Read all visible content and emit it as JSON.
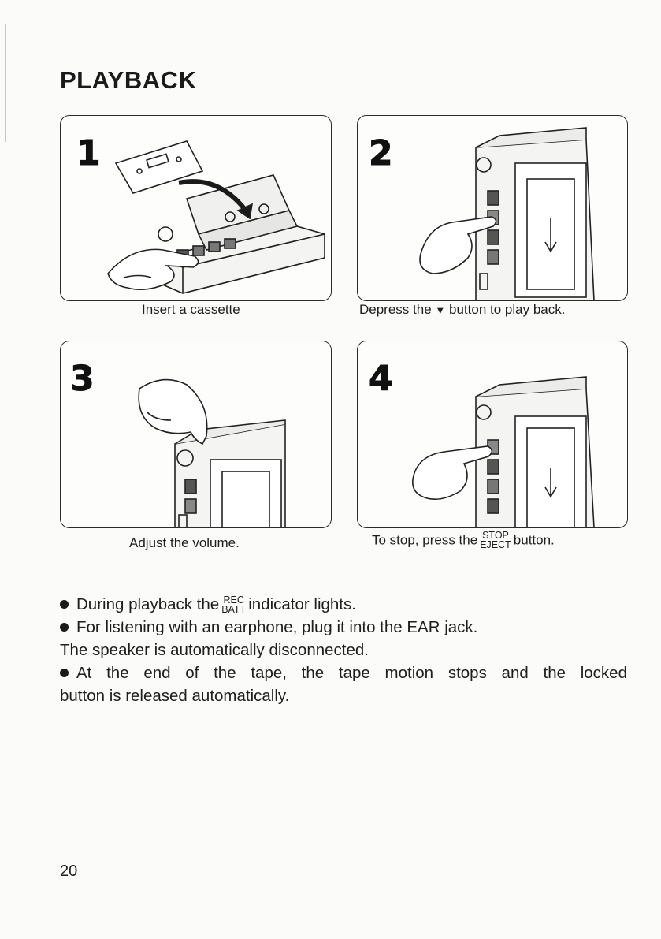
{
  "page": {
    "title": "PLAYBACK",
    "page_number": "20"
  },
  "panels": [
    {
      "step": "1",
      "caption": "Insert a cassette"
    },
    {
      "step": "2",
      "caption_before": "Depress the",
      "caption_symbol": "▼",
      "caption_after": "button to play back."
    },
    {
      "step": "3",
      "caption": "Adjust the volume."
    },
    {
      "step": "4",
      "caption_before": "To stop, press the",
      "stack_top": "STOP",
      "stack_bottom": "EJECT",
      "caption_after": "button."
    }
  ],
  "notes": {
    "line1_before": "During playback the",
    "line1_stack_top": "REC",
    "line1_stack_bottom": "BATT",
    "line1_after": "indicator lights.",
    "line2": "For listening with an earphone, plug it into the EAR jack.",
    "line3": "The speaker is automatically disconnected.",
    "line4": "At the end of the tape, the tape motion stops and the locked",
    "line5": "button is released automatically."
  }
}
